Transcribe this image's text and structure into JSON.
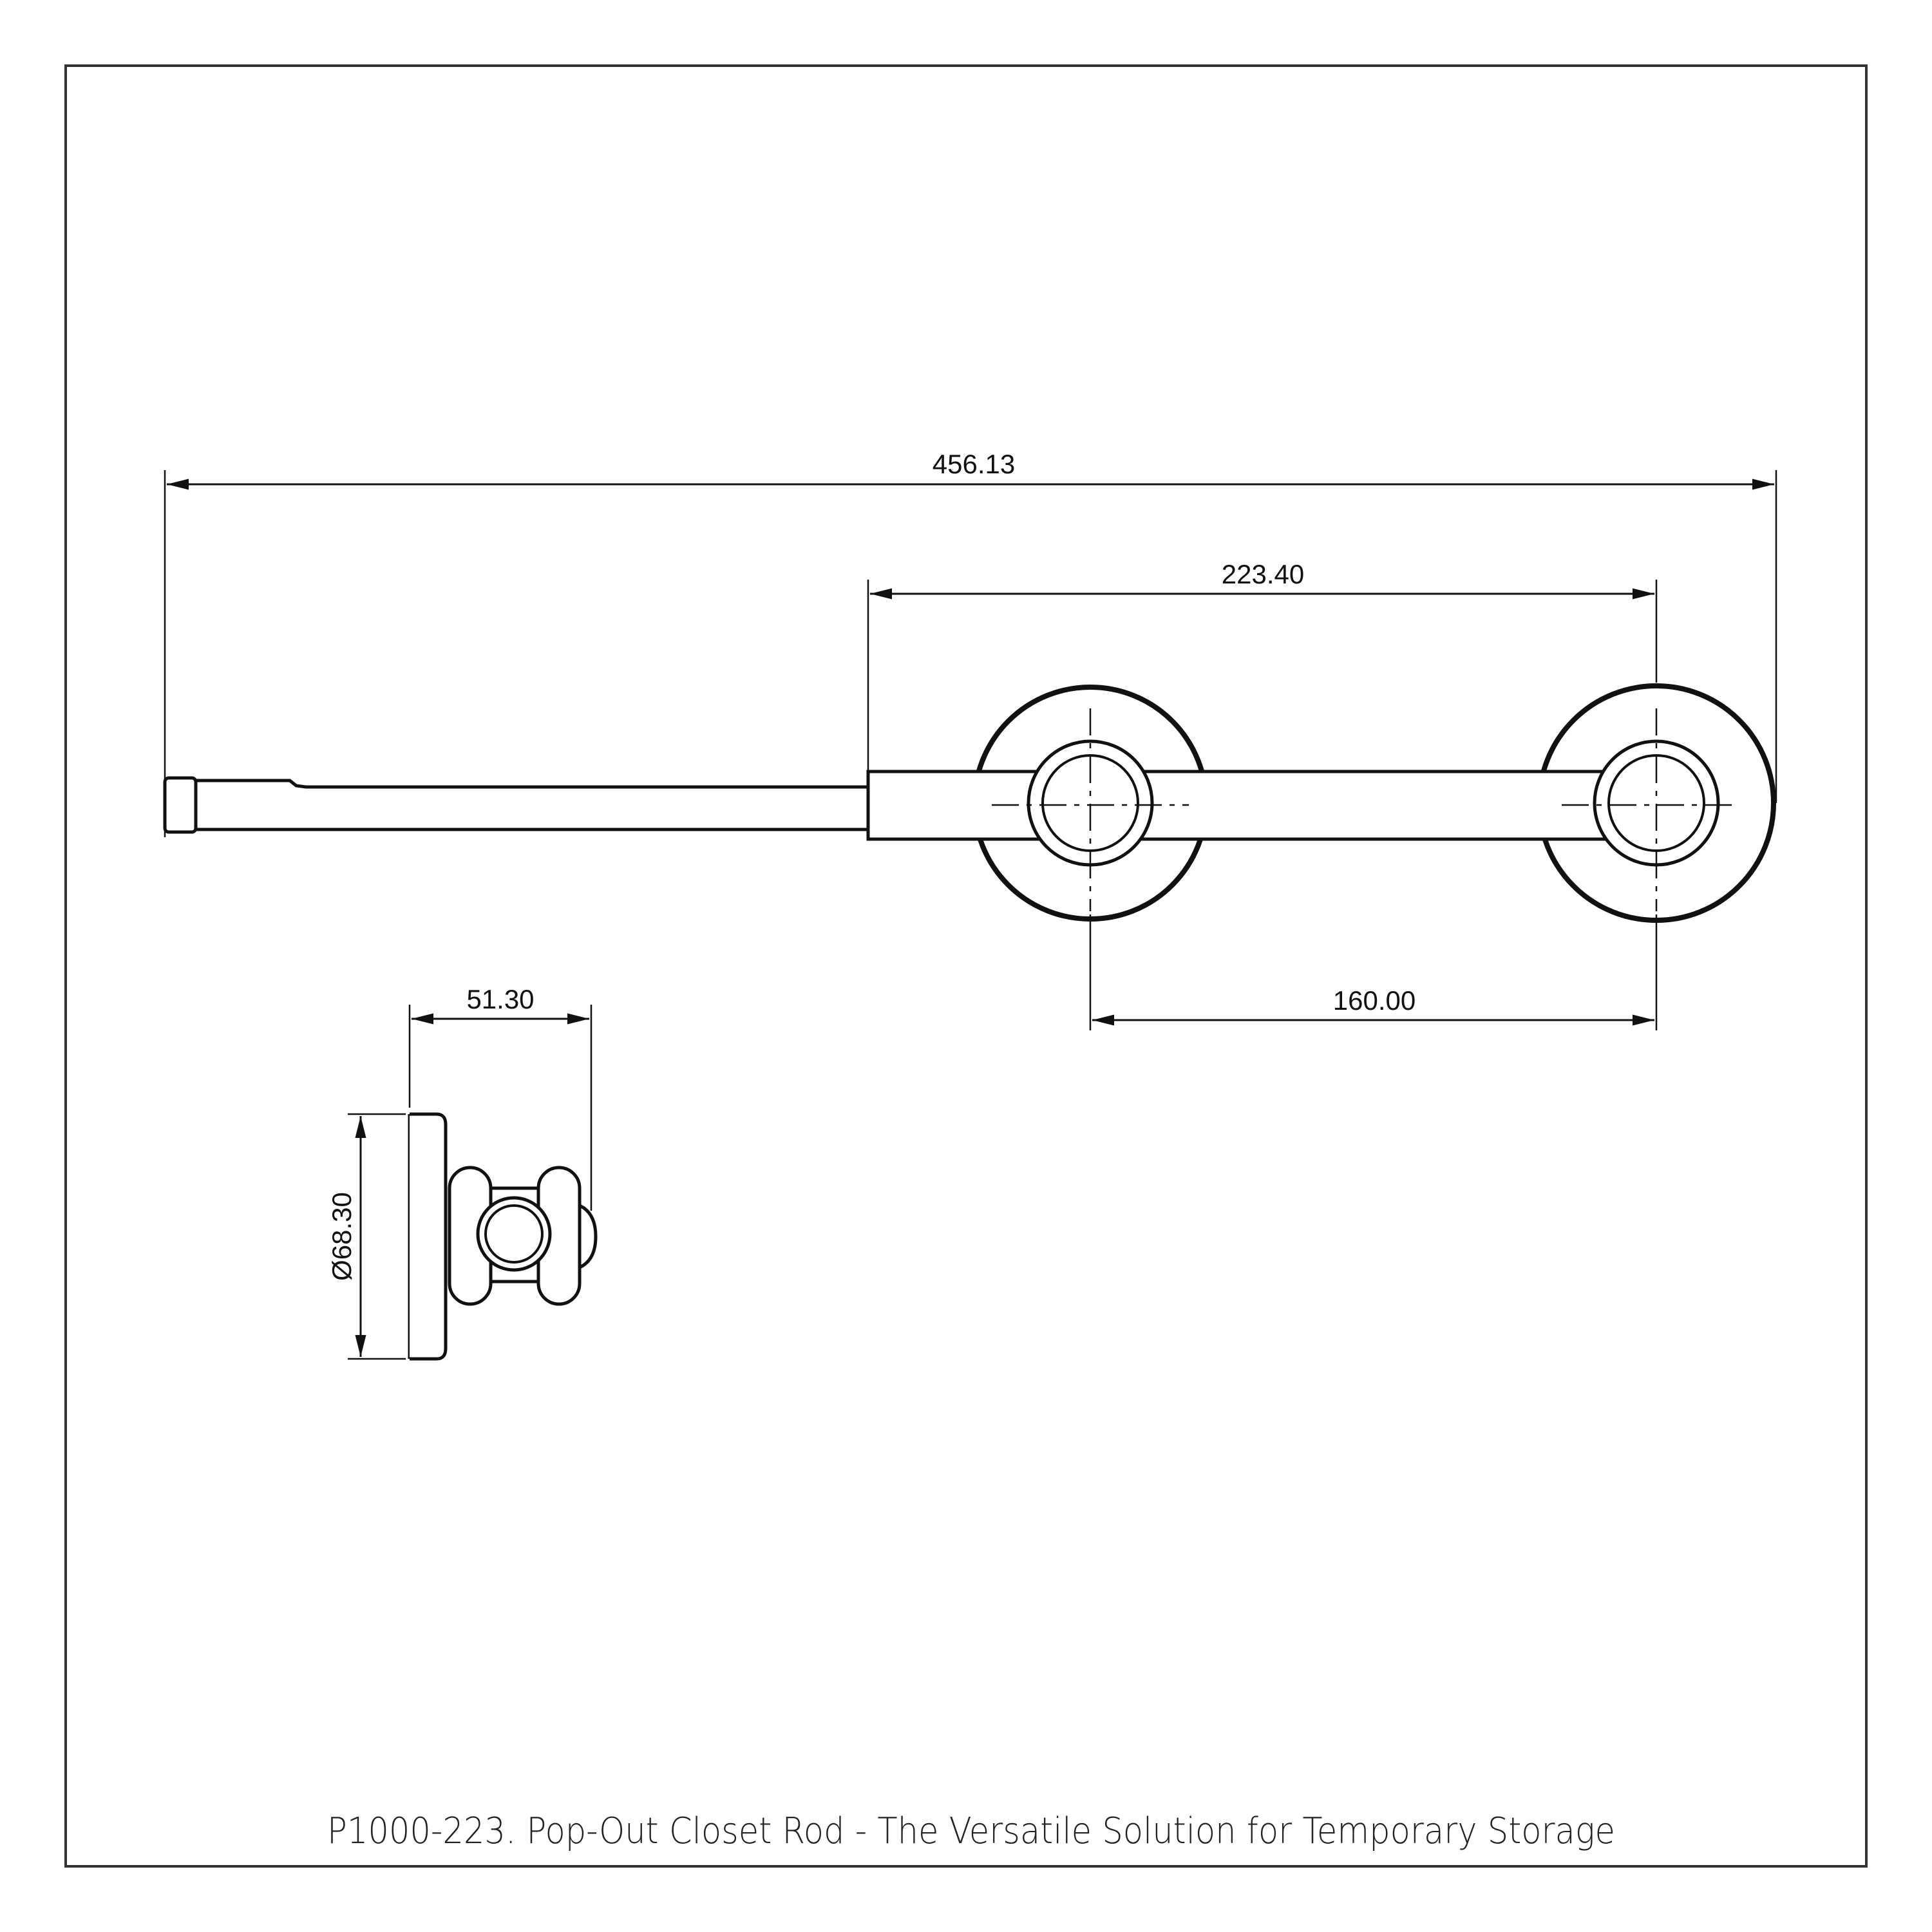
{
  "title": "P1000-223. Pop-Out Closet Rod - The Versatile Solution for Temporary Storage",
  "dimensions": {
    "overall_length": "456.13",
    "bracket_span": "223.40",
    "mount_spacing": "160.00",
    "side_depth": "51.30",
    "flange_diameter": "Ø68.30"
  },
  "colors": {
    "line": "#111111",
    "border": "#333333",
    "background": "#ffffff"
  }
}
